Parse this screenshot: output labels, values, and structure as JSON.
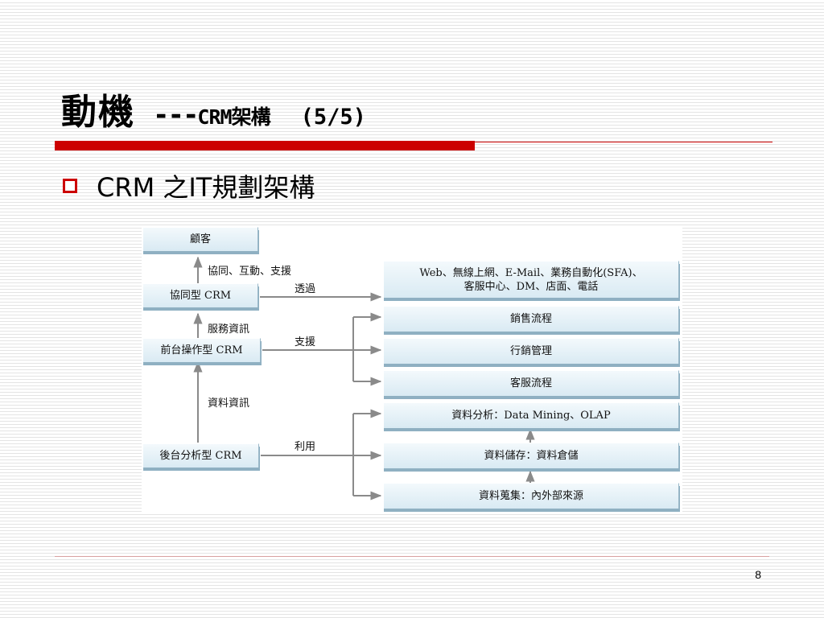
{
  "slide": {
    "title_main": "動機",
    "title_sep": "---",
    "title_sub": "CRM架構",
    "title_page": "(5/5)",
    "bullet": "CRM 之IT規劃架構",
    "page_number": "8"
  },
  "diagram": {
    "left_nodes": {
      "customer": "顧客",
      "collab_crm": "協同型 CRM",
      "front_crm": "前台操作型 CRM",
      "back_crm": "後台分析型 CRM"
    },
    "right_nodes": {
      "channels_line1": "Web、無線上網、E-Mail、業務自動化(SFA)、",
      "channels_line2": "客服中心、DM、店面、電話",
      "sales_flow": "銷售流程",
      "marketing_mgmt": "行銷管理",
      "service_flow": "客服流程",
      "data_analysis": "資料分析：Data Mining、OLAP",
      "data_storage": "資料儲存：資料倉儲",
      "data_collection": "資料蒐集：內外部來源"
    },
    "vertical_labels": {
      "collab_interact_support": "協同、互動、支援",
      "service_info": "服務資訊",
      "data_info": "資料資訊"
    },
    "horizontal_labels": {
      "via": "透過",
      "support": "支援",
      "use": "利用"
    }
  },
  "colors": {
    "accent_red": "#cc0000",
    "node_fill_top": "#f3f9fc",
    "node_fill_bottom": "#d9eaf3",
    "node_shadow": "#8fb0c2",
    "connector": "#8a8a8a"
  }
}
